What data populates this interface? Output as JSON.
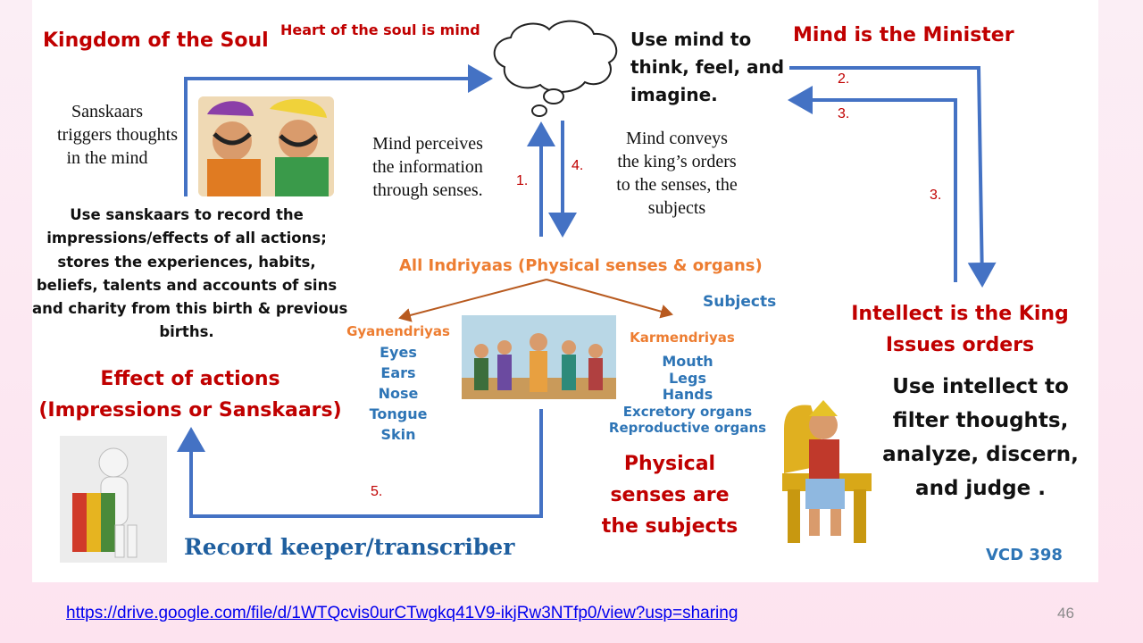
{
  "titles": {
    "kingdom": "Kingdom of the Soul",
    "heart": "Heart of the soul is mind",
    "minister": "Mind is the Minister"
  },
  "mind_text": [
    "Use mind to",
    "think, feel, and",
    "imagine."
  ],
  "sanskaars_trigger": [
    "Sanskaars",
    "triggers thoughts",
    "in the mind"
  ],
  "mind_perceives": [
    "Mind perceives",
    "the information",
    "through senses."
  ],
  "mind_conveys": [
    "Mind conveys",
    "the king’s orders",
    "to the senses, the",
    "subjects"
  ],
  "sanskaars_use": [
    "Use sanskaars to record the",
    "impressions/effects of all actions;",
    "stores the experiences, habits,",
    "beliefs, talents and accounts of sins",
    "and charity from this birth & previous",
    "births."
  ],
  "indriyaas": "All Indriyaas (Physical senses & organs)",
  "subjects": "Subjects",
  "gyanendriyas": {
    "title": "Gyanendriyas",
    "items": [
      "Eyes",
      "Ears",
      "Nose",
      "Tongue",
      "Skin"
    ]
  },
  "karmendriyas": {
    "title": "Karmendriyas",
    "items": [
      "Mouth",
      "Legs",
      "Hands",
      "Excretory organs",
      "Reproductive organs"
    ]
  },
  "intellect": [
    "Intellect is the King",
    "Issues orders"
  ],
  "intellect_use": [
    "Use intellect to",
    "filter thoughts,",
    "analyze, discern,",
    "and judge ."
  ],
  "effect": [
    "Effect of actions",
    "(Impressions or Sanskaars)"
  ],
  "physical": [
    "Physical",
    "senses are",
    "the subjects"
  ],
  "record_keeper": "Record keeper/transcriber",
  "vcd": "VCD 398",
  "numbers": {
    "n1": "1.",
    "n2": "2.",
    "n3a": "3.",
    "n3b": "3.",
    "n4": "4.",
    "n5": "5."
  },
  "link": "https://drive.google.com/file/d/1WTQcvis0urCTwgkq41V9-ikjRw3NTfp0/view?usp=sharing",
  "page_number": "46",
  "colors": {
    "red": "#c00000",
    "arrow_blue": "#4472c4",
    "brown_arrow": "#b85a1f",
    "orange": "#ed7d31",
    "subjects_blue": "#2e75b6"
  }
}
